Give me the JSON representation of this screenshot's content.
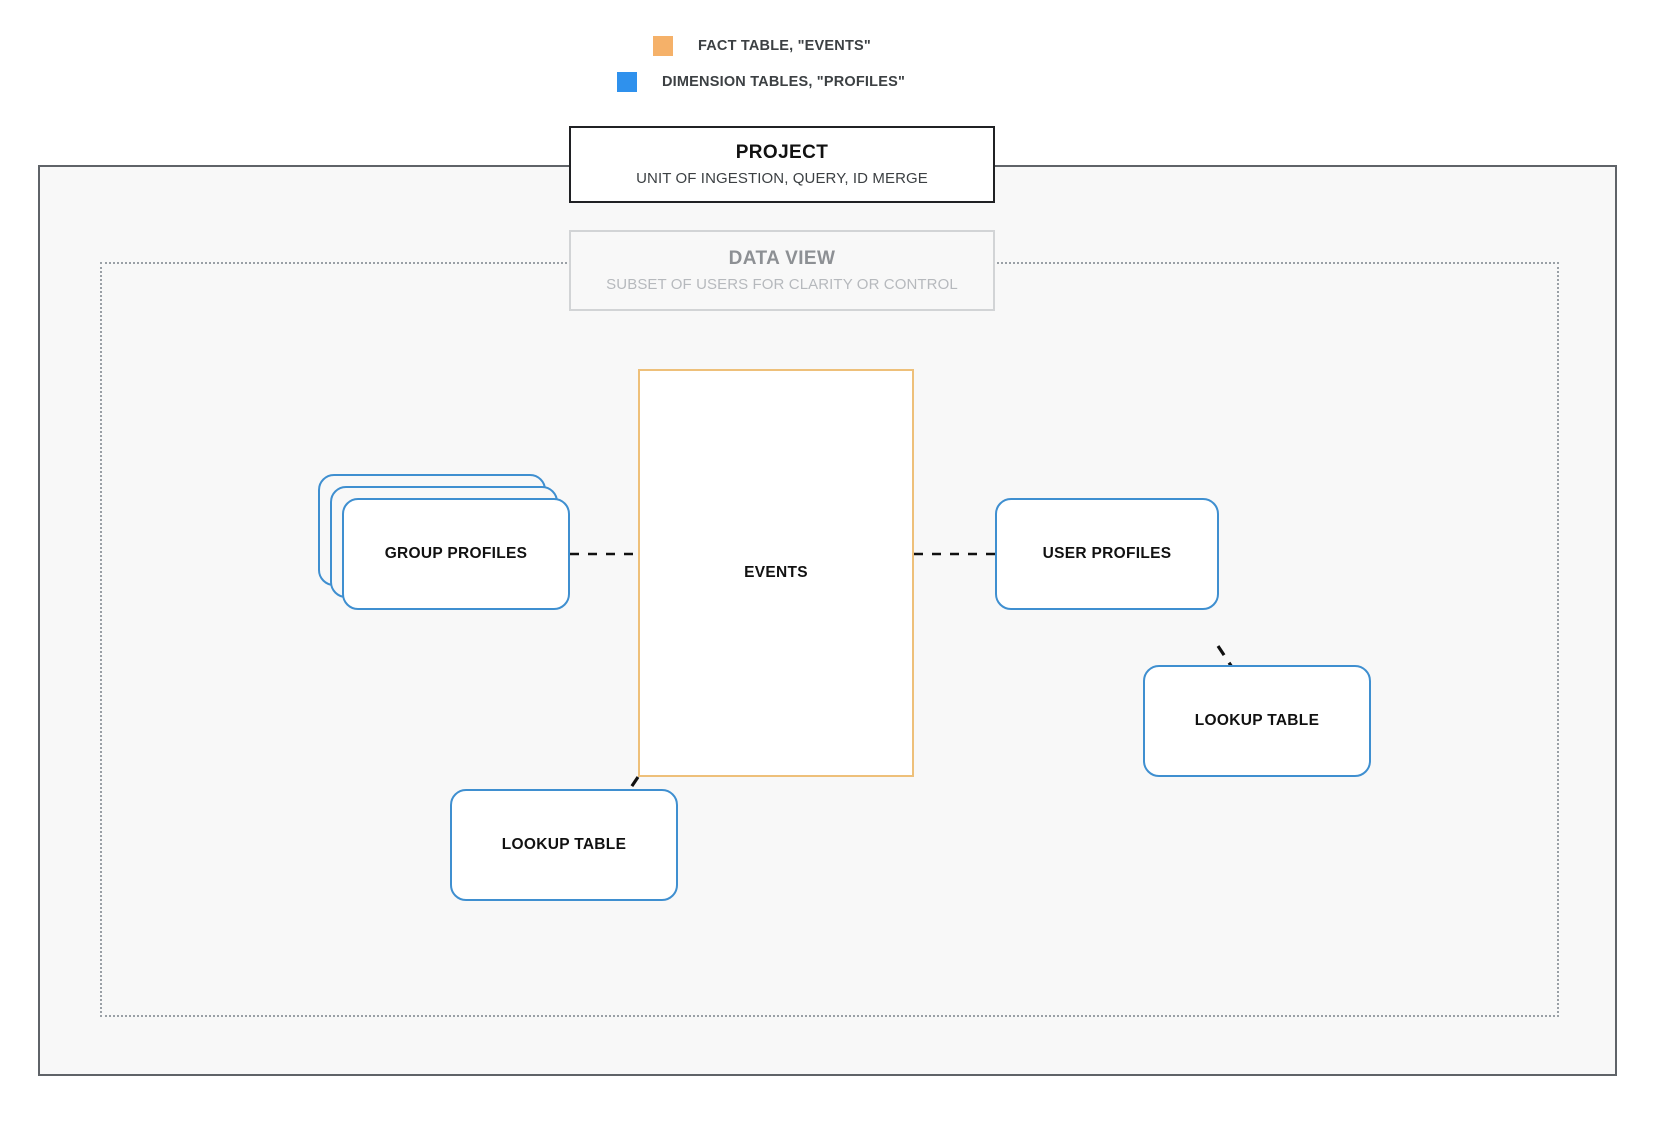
{
  "legend": {
    "items": [
      {
        "label": "FACT TABLE, \"EVENTS\"",
        "color": "#f5b169",
        "icon": "square-swatch-icon"
      },
      {
        "label": "DIMENSION TABLES, \"PROFILES\"",
        "color": "#2f91ed",
        "icon": "square-swatch-icon"
      }
    ]
  },
  "project": {
    "title": "PROJECT",
    "subtitle": "UNIT OF INGESTION, QUERY, ID MERGE"
  },
  "data_view": {
    "title": "DATA VIEW",
    "subtitle": "SUBSET OF USERS FOR CLARITY OR CONTROL"
  },
  "nodes": {
    "events": {
      "label": "EVENTS",
      "type": "fact-table",
      "color": "#eec07a"
    },
    "group_profiles": {
      "label": "GROUP PROFILES",
      "type": "dimension-table-stack",
      "color": "#3f8fd0",
      "stack_count": 3
    },
    "user_profiles": {
      "label": "USER PROFILES",
      "type": "dimension-table",
      "color": "#3f8fd0"
    },
    "lookup_table_left": {
      "label": "LOOKUP TABLE",
      "type": "dimension-table",
      "color": "#3f8fd0"
    },
    "lookup_table_right": {
      "label": "LOOKUP TABLE",
      "type": "dimension-table",
      "color": "#3f8fd0"
    }
  },
  "connections": [
    {
      "from": "group_profiles",
      "to": "events",
      "style": "dashed"
    },
    {
      "from": "events",
      "to": "user_profiles",
      "style": "dashed"
    },
    {
      "from": "events",
      "to": "lookup_table_left",
      "style": "dashed"
    },
    {
      "from": "user_profiles",
      "to": "lookup_table_right",
      "style": "dashed"
    }
  ],
  "colors": {
    "fact_accent": "#eec07a",
    "dimension_accent": "#3f8fd0",
    "legend_fact_swatch": "#f5b169",
    "legend_dimension_swatch": "#2f91ed",
    "frame_border": "#5f6368",
    "dataview_border": "#9aa0a6",
    "canvas": "#f8f8f8"
  }
}
